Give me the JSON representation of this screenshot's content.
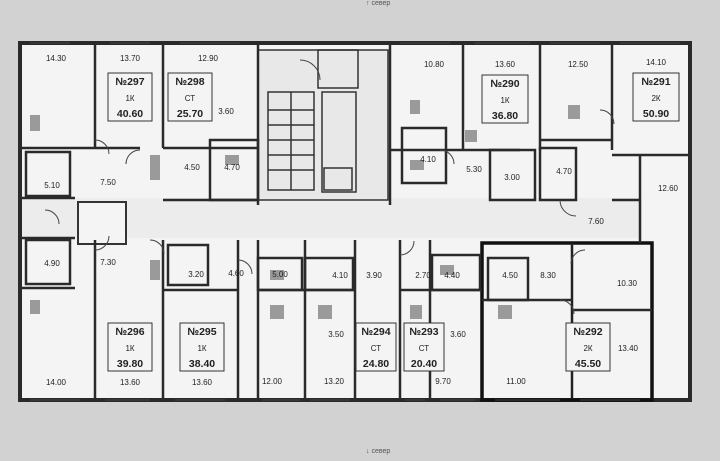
{
  "compass": {
    "top": "↑ север",
    "bottom": "↓ север"
  },
  "apartments": [
    {
      "num": "№297",
      "type": "1К",
      "area": "40.60"
    },
    {
      "num": "№298",
      "type": "СТ",
      "area": "25.70"
    },
    {
      "num": "№290",
      "type": "1К",
      "area": "36.80"
    },
    {
      "num": "№291",
      "type": "2К",
      "area": "50.90"
    },
    {
      "num": "№296",
      "type": "1К",
      "area": "39.80"
    },
    {
      "num": "№295",
      "type": "1К",
      "area": "38.40"
    },
    {
      "num": "№294",
      "type": "СТ",
      "area": "24.80"
    },
    {
      "num": "№293",
      "type": "СТ",
      "area": "20.40"
    },
    {
      "num": "№292",
      "type": "2К",
      "area": "45.50"
    }
  ],
  "room_areas": [
    "14.30",
    "13.70",
    "12.90",
    "3.60",
    "4.50",
    "4.70",
    "5.10",
    "7.50",
    "4.90",
    "7.30",
    "10.80",
    "13.60",
    "12.50",
    "14.10",
    "4.10",
    "5.30",
    "3.00",
    "4.70",
    "12.60",
    "7.60",
    "3.20",
    "4.60",
    "5.00",
    "4.10",
    "3.90",
    "2.70",
    "4.40",
    "4.50",
    "8.30",
    "10.30",
    "3.50",
    "3.60",
    "13.40",
    "14.00",
    "13.60",
    "13.60",
    "12.00",
    "13.20",
    "9.70",
    "11.00"
  ]
}
